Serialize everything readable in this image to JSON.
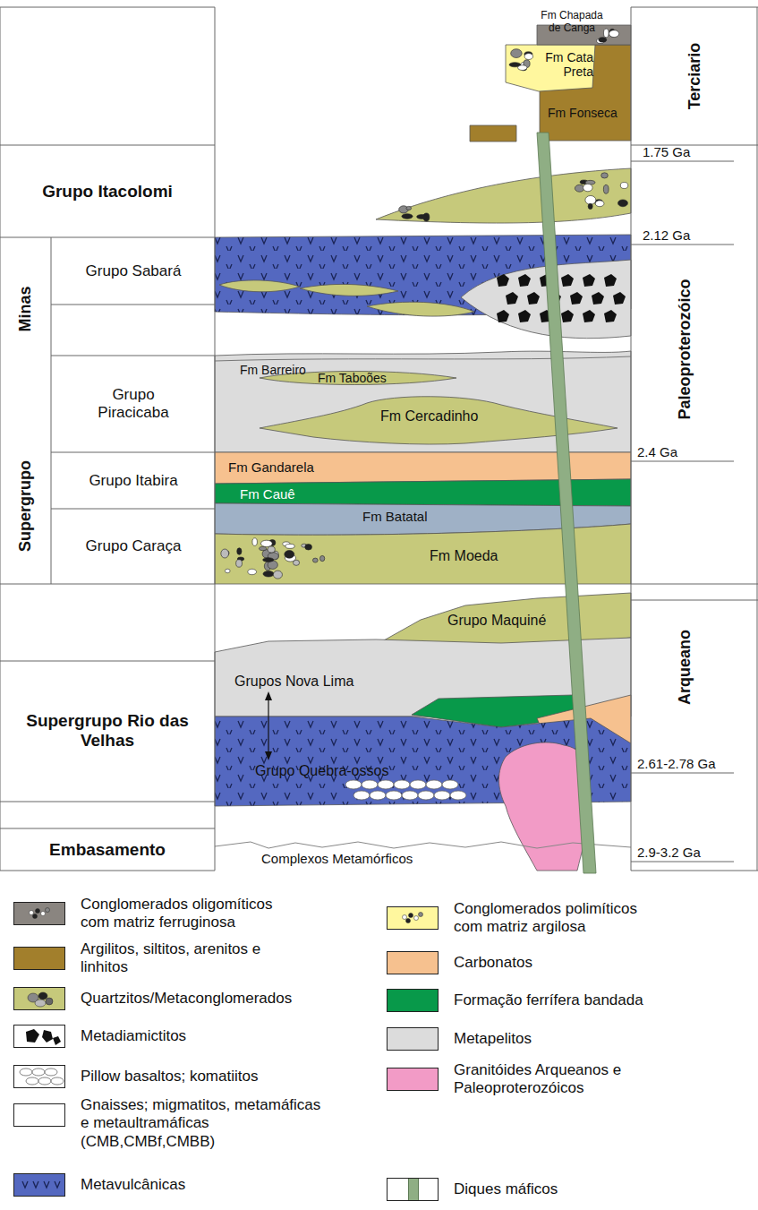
{
  "diagram": {
    "nodes": [
      {
        "text": [
          "Grupo Itacolomi"
        ]
      },
      {
        "text": [
          "Supergrupo",
          "Minas"
        ]
      },
      {
        "text": [
          "Grupo Sabará"
        ]
      },
      {
        "text": [
          "Grupo Piracicaba"
        ]
      },
      {
        "text": [
          "Grupo Itabira"
        ]
      },
      {
        "text": [
          "Grupo Caraça"
        ]
      },
      {
        "text": [
          "Supergrupo Rio das Velhas"
        ]
      },
      {
        "text": [
          "Embasamento"
        ]
      },
      {
        "text": [
          "Terciario"
        ]
      },
      {
        "text": [
          "Paleoproterozóico"
        ]
      },
      {
        "text": [
          "Arqueano"
        ]
      }
    ],
    "labels": [
      "Fm Chapada de Canga",
      "Fm Cata Preta",
      "Fm Fonseca",
      "1.75 Ga",
      "2.12 Ga",
      "Fm Barreiro",
      "Fm Taboões",
      "Fm Cercadinho",
      "Fm Gandarela",
      "2.4 Ga",
      "Fm Cauê",
      "Fm Batatal",
      "Fm Moeda",
      "Grupo Maquiné",
      "Grupos Nova Lima",
      "Grupo Quebra-ossos",
      "2.61-2.78 Ga",
      "Complexos Metamórficos",
      "2.9-3.2 Ga"
    ],
    "legend": [
      {
        "text": "Conglomerados oligomíticos com matriz ferruginosa",
        "color": "#8a8580"
      },
      {
        "text": "Argilitos, siltitos, arenitos e linhitos",
        "color": "#a27f2c"
      },
      {
        "text": "Quartzitos/Metaconglomerados",
        "color": "#c6c97b"
      },
      {
        "text": "Metadiamictitos"
      },
      {
        "text": "Pillow basaltos; komatiitos"
      },
      {
        "text": "Gnaisses; migmatitos, metamáficas e metaultramáficas (CMB,CMBf,CMBB)",
        "color": "#ffffff"
      },
      {
        "text": "Metavulcânicas",
        "color": "#5468c0"
      },
      {
        "text": "Conglomerados polimíticos com matriz argilosa",
        "color": "#fff79e"
      },
      {
        "text": "Carbonatos",
        "color": "#f6c18f"
      },
      {
        "text": "Formação ferrífera bandada",
        "color": "#08994a"
      },
      {
        "text": "Metapelitos",
        "color": "#dcdcdc"
      },
      {
        "text": "Granitóides Arqueanos e Paleoproterozóicos",
        "color": "#f29bc6"
      },
      {
        "text": "Diques máficos",
        "color": "#8fae84"
      }
    ]
  }
}
